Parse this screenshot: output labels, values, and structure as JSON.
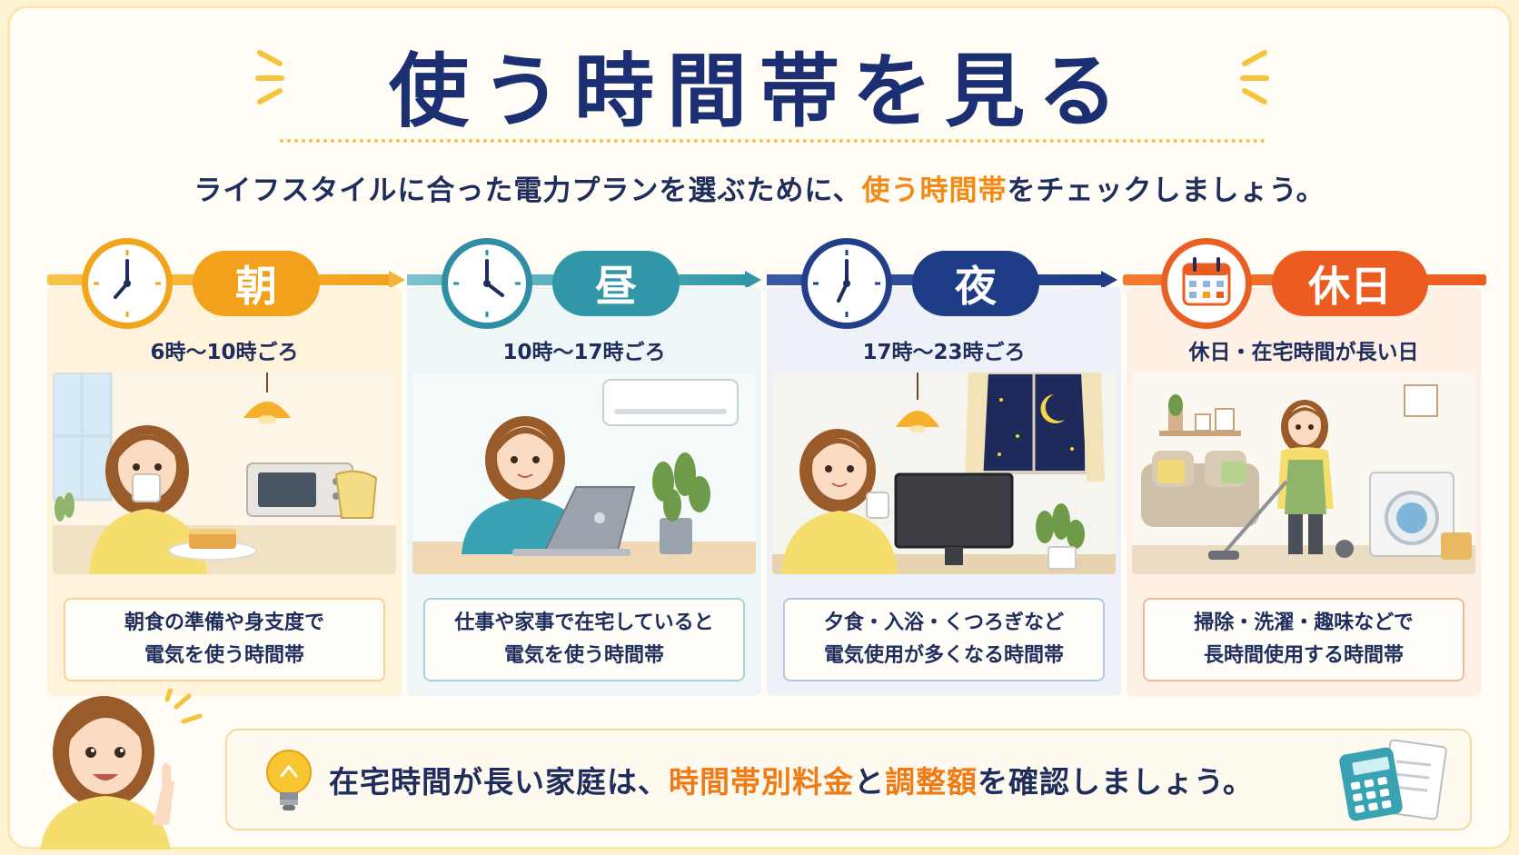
{
  "header": {
    "title": "使う時間帯を見る",
    "subtitle_pre": "ライフスタイルに合った電力プランを選ぶために、",
    "subtitle_highlight": "使う時間帯",
    "subtitle_post": "をチェックしましょう。"
  },
  "panels": [
    {
      "label": "朝",
      "time": "6時〜10時ごろ",
      "desc1": "朝食の準備や身支度で",
      "desc2": "電気を使う時間帯",
      "icon": "clock-icon"
    },
    {
      "label": "昼",
      "time": "10時〜17時ごろ",
      "desc1": "仕事や家事で在宅していると",
      "desc2": "電気を使う時間帯",
      "icon": "clock-icon"
    },
    {
      "label": "夜",
      "time": "17時〜23時ごろ",
      "desc1": "夕食・入浴・くつろぎなど",
      "desc2": "電気使用が多くなる時間帯",
      "icon": "clock-icon"
    },
    {
      "label": "休日",
      "time": "休日・在宅時間が長い日",
      "desc1": "掃除・洗濯・趣味などで",
      "desc2": "長時間使用する時間帯",
      "icon": "calendar-icon"
    }
  ],
  "banner": {
    "text_pre": "在宅時間が長い家庭は、",
    "hl1": "時間帯別料金",
    "text_mid": "と",
    "hl2": "調整額",
    "text_post": "を確認しましょう。"
  },
  "colors": {
    "navy": "#1b2f72",
    "morning": "#f3a11a",
    "noon": "#3197a8",
    "night": "#1f3c86",
    "holiday": "#ec5c20",
    "highlight": "#f28a17"
  }
}
